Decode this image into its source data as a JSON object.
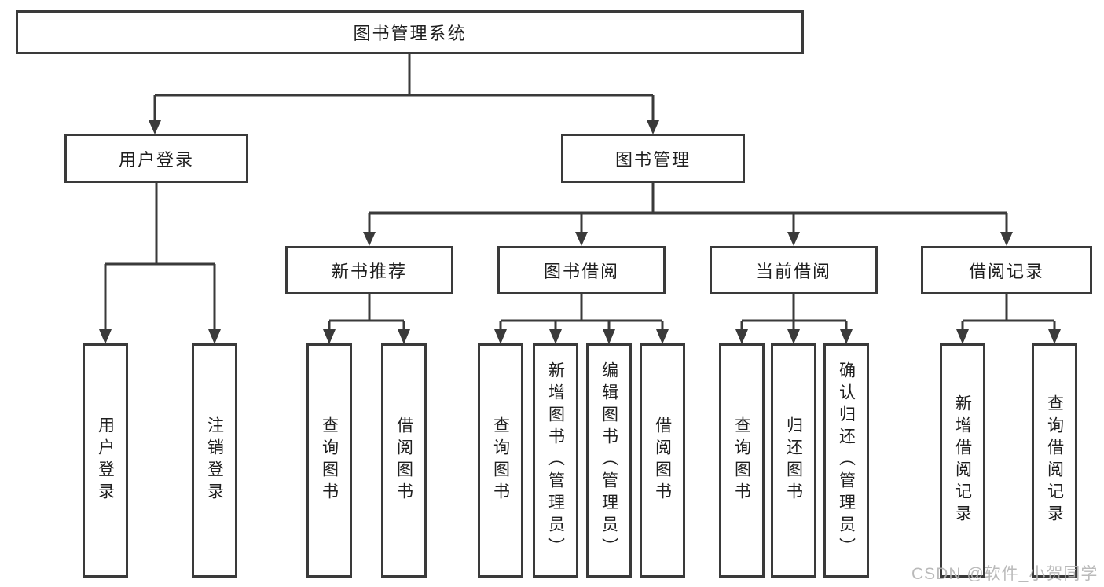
{
  "root": {
    "label": "图书管理系统"
  },
  "branches": {
    "user": {
      "label": "用户登录",
      "children": [
        "用户登录",
        "注销登录"
      ]
    },
    "book": {
      "label": "图书管理"
    }
  },
  "modules": [
    {
      "label": "新书推荐",
      "children": [
        "查询图书",
        "借阅图书"
      ]
    },
    {
      "label": "图书借阅",
      "children": [
        "查询图书",
        "新增图书（管理员）",
        "编辑图书（管理员）",
        "借阅图书"
      ]
    },
    {
      "label": "当前借阅",
      "children": [
        "查询图书",
        "归还图书",
        "确认归还（管理员）"
      ]
    },
    {
      "label": "借阅记录",
      "children": [
        "新增借阅记录",
        "查询借阅记录"
      ]
    }
  ],
  "watermark": "CSDN @软件_小贺同学",
  "colors": {
    "line": "#3a3a3a",
    "text": "#1f1f1f",
    "watermark": "#b3b3b3",
    "background": "#ffffff"
  }
}
